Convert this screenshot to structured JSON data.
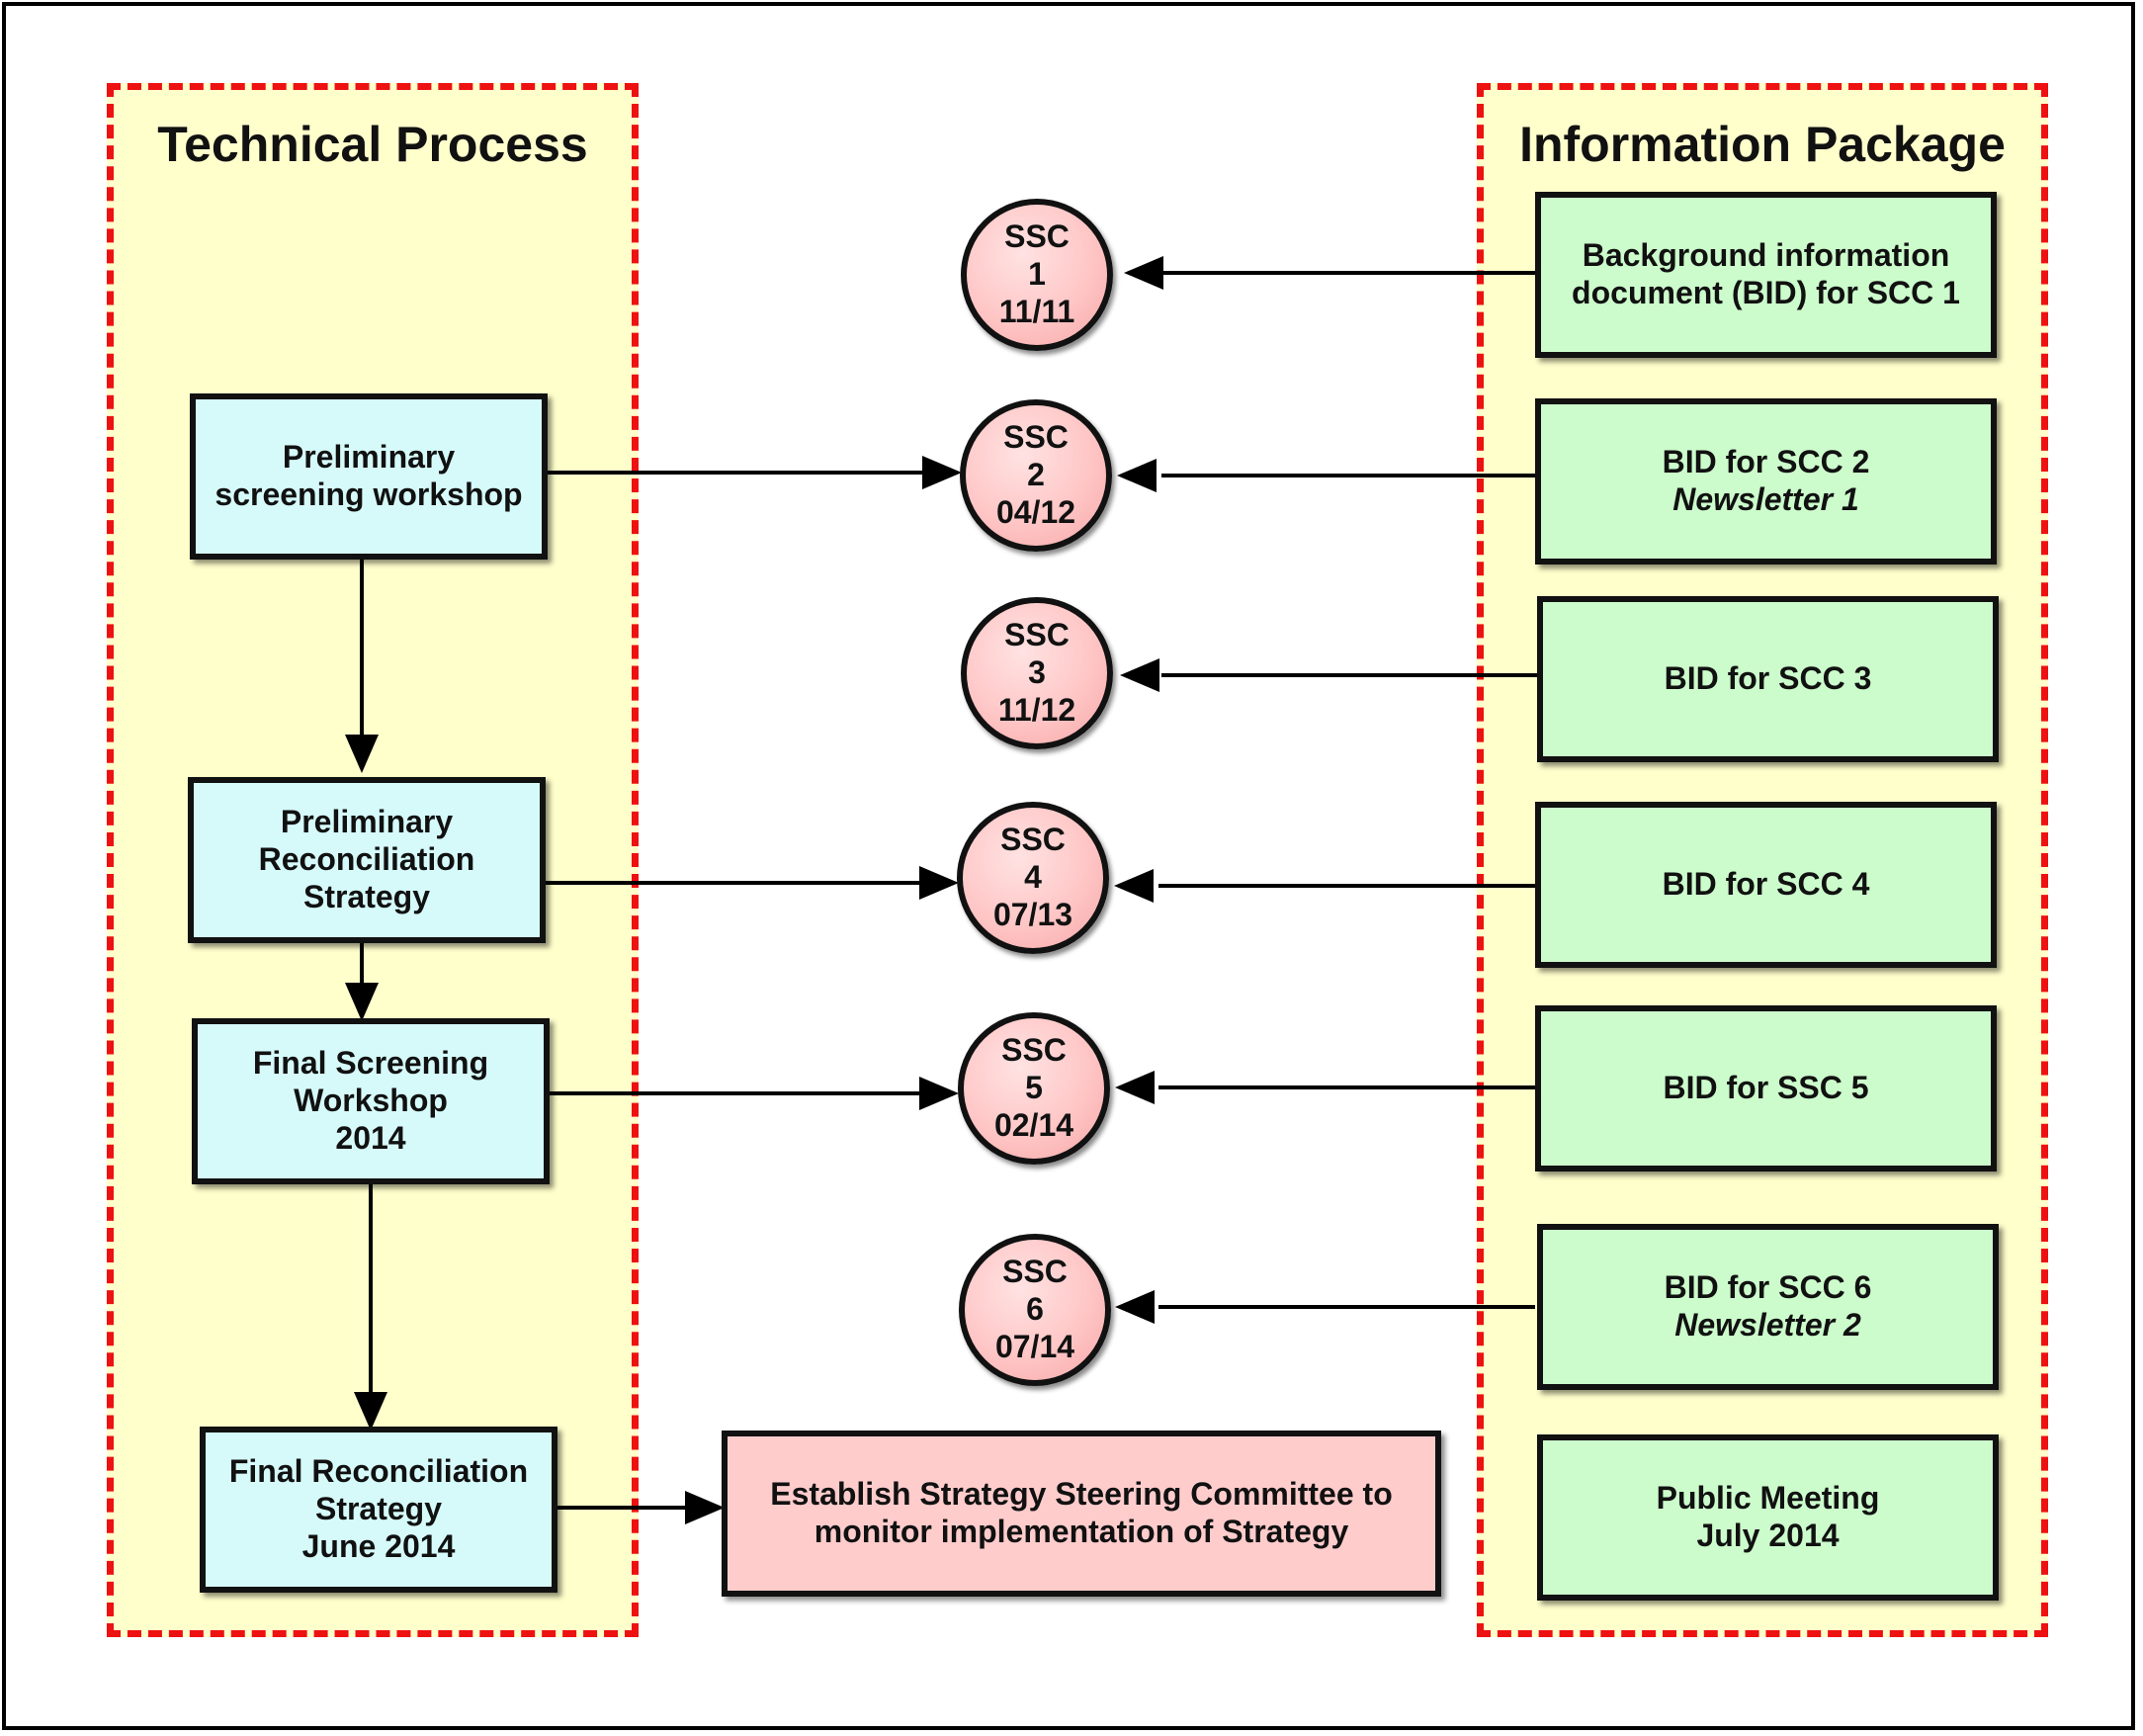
{
  "panels": {
    "technical": {
      "title": "Technical Process"
    },
    "information": {
      "title": "Information Package"
    }
  },
  "technical_boxes": [
    {
      "lines": [
        "Preliminary",
        "screening workshop"
      ]
    },
    {
      "lines": [
        "Preliminary",
        "Reconciliation",
        "Strategy"
      ]
    },
    {
      "lines": [
        "Final Screening",
        "Workshop",
        "2014"
      ]
    },
    {
      "lines": [
        "Final Reconciliation",
        "Strategy",
        "June 2014"
      ]
    }
  ],
  "ssc_nodes": [
    {
      "label": "SSC",
      "number": "1",
      "date": "11/11"
    },
    {
      "label": "SSC",
      "number": "2",
      "date": "04/12"
    },
    {
      "label": "SSC",
      "number": "3",
      "date": "11/12"
    },
    {
      "label": "SSC",
      "number": "4",
      "date": "07/13"
    },
    {
      "label": "SSC",
      "number": "5",
      "date": "02/14"
    },
    {
      "label": "SSC",
      "number": "6",
      "date": "07/14"
    }
  ],
  "info_boxes": [
    {
      "line1": "Background information",
      "line2": "document (BID) for SCC 1",
      "line2_italic": false
    },
    {
      "line1": "BID for SCC 2",
      "line2": "Newsletter 1",
      "line2_italic": true
    },
    {
      "line1": "BID for SCC 3",
      "line2": "",
      "line2_italic": false
    },
    {
      "line1": "BID for SCC 4",
      "line2": "",
      "line2_italic": false
    },
    {
      "line1": "BID for SSC 5",
      "line2": "",
      "line2_italic": false
    },
    {
      "line1": "BID for SCC 6",
      "line2": "Newsletter 2",
      "line2_italic": true
    },
    {
      "line1": "Public Meeting",
      "line2": "July 2014",
      "line2_italic": false
    }
  ],
  "outcome": {
    "lines": [
      "Establish Strategy Steering Committee to",
      "monitor implementation of Strategy"
    ]
  },
  "colors": {
    "panel_fill": "#ffffcc",
    "panel_border": "#ee1111",
    "technical_box": "#d6fafa",
    "info_box": "#ccfccc",
    "ssc_node": "#ffc6c6",
    "outcome_box": "#ffcccc"
  }
}
